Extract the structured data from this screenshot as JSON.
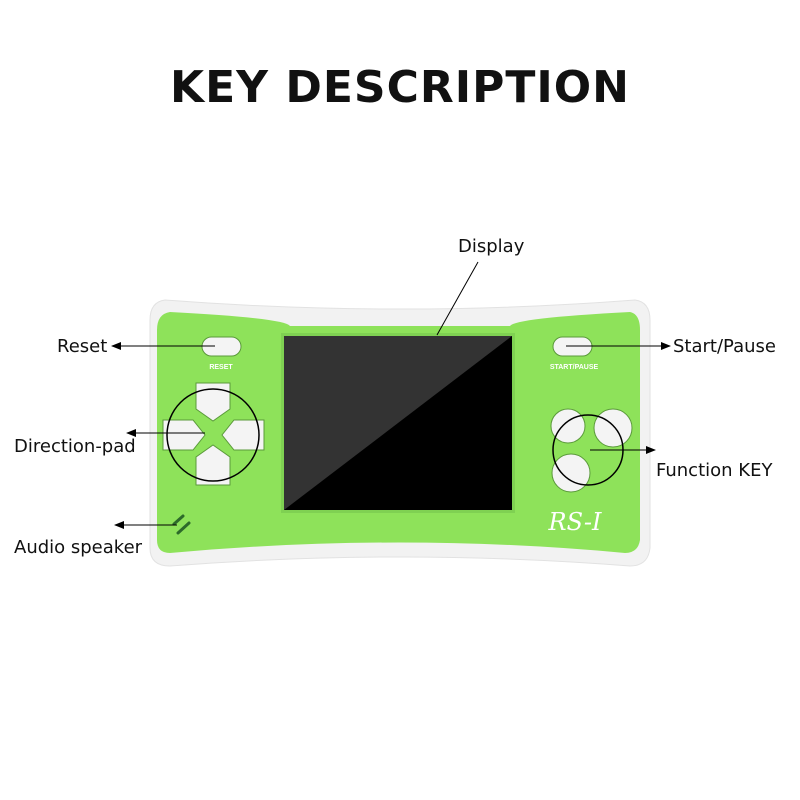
{
  "title": "KEY DESCRIPTION",
  "labels": {
    "display": "Display",
    "reset": "Reset",
    "start_pause": "Start/Pause",
    "direction_pad": "Direction-pad",
    "function_key": "Function KEY",
    "audio_speaker": "Audio speaker"
  },
  "device": {
    "reset_text": "RESET",
    "start_text": "START/PAUSE",
    "model": "RS-I",
    "body_color": "#8ee25a",
    "shell_color": "#f2f2f2",
    "screen_color": "#000000"
  }
}
